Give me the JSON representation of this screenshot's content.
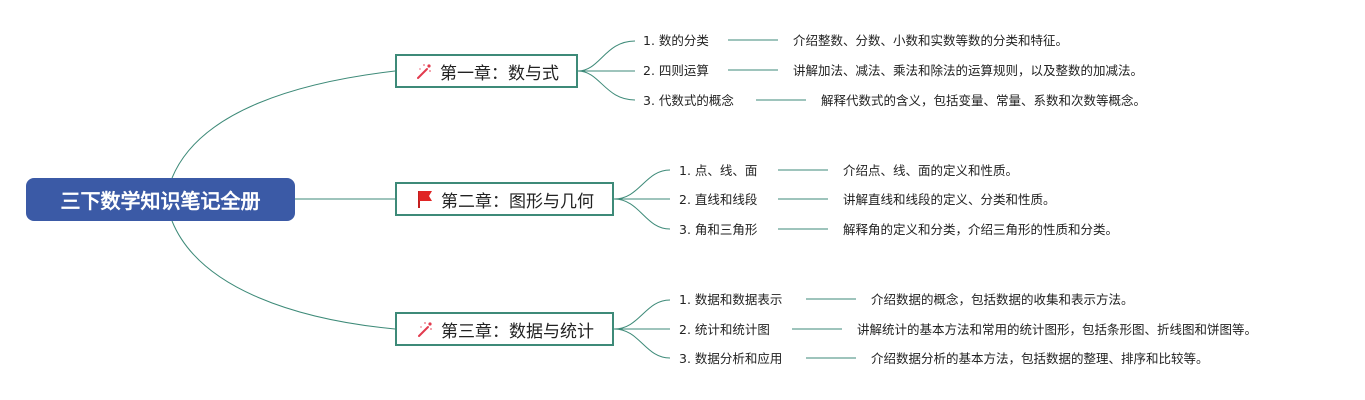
{
  "root": {
    "title": "三下数学知识笔记全册"
  },
  "chapters": [
    {
      "title": "第一章：数与式",
      "icon": "sparkle-wand-icon",
      "items": [
        {
          "label": "1. 数的分类",
          "desc": "介绍整数、分数、小数和实数等数的分类和特征。"
        },
        {
          "label": "2. 四则运算",
          "desc": "讲解加法、减法、乘法和除法的运算规则，以及整数的加减法。"
        },
        {
          "label": "3. 代数式的概念",
          "desc": "解释代数式的含义，包括变量、常量、系数和次数等概念。"
        }
      ]
    },
    {
      "title": "第二章：图形与几何",
      "icon": "red-flag-icon",
      "items": [
        {
          "label": "1. 点、线、面",
          "desc": "介绍点、线、面的定义和性质。"
        },
        {
          "label": "2. 直线和线段",
          "desc": "讲解直线和线段的定义、分类和性质。"
        },
        {
          "label": "3. 角和三角形",
          "desc": "解释角的定义和分类，介绍三角形的性质和分类。"
        }
      ]
    },
    {
      "title": "第三章：数据与统计",
      "icon": "sparkle-wand-icon",
      "items": [
        {
          "label": "1. 数据和数据表示",
          "desc": "介绍数据的概念，包括数据的收集和表示方法。"
        },
        {
          "label": "2. 统计和统计图",
          "desc": "讲解统计的基本方法和常用的统计图形，包括条形图、折线图和饼图等。"
        },
        {
          "label": "3. 数据分析和应用",
          "desc": "介绍数据分析的基本方法，包括数据的整理、排序和比较等。"
        }
      ]
    }
  ],
  "colors": {
    "root_bg": "#3b5aa6",
    "line": "#3d8a78"
  }
}
